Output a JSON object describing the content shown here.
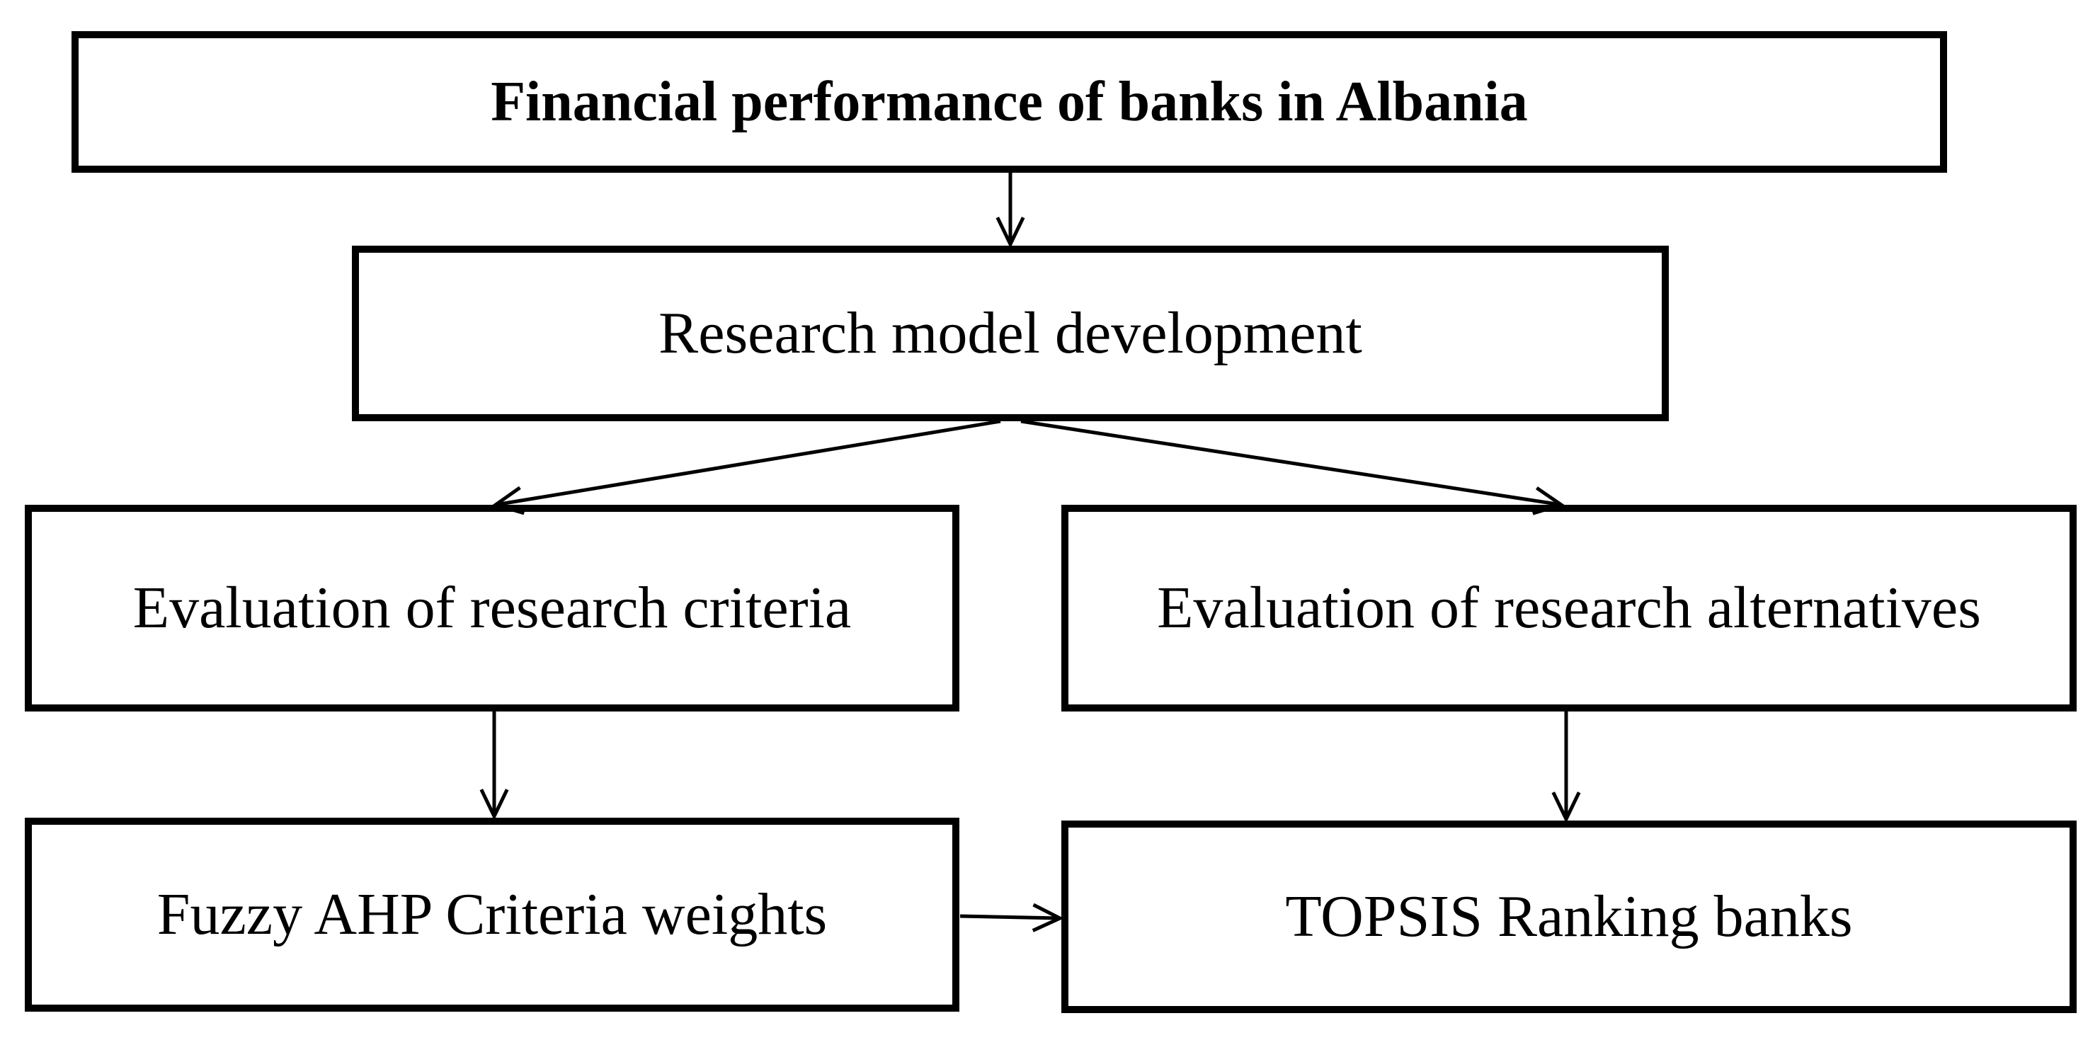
{
  "diagram": {
    "nodes": [
      {
        "id": "b1",
        "label": "Financial performance of banks in Albania",
        "bold": true
      },
      {
        "id": "b2",
        "label": "Research model development"
      },
      {
        "id": "b3",
        "label": "Evaluation of research criteria"
      },
      {
        "id": "b4",
        "label": "Evaluation of research alternatives"
      },
      {
        "id": "b5",
        "label": "Fuzzy AHP Criteria weights"
      },
      {
        "id": "b6",
        "label": "TOPSIS Ranking banks"
      }
    ],
    "edges": [
      {
        "from": "b1",
        "to": "b2"
      },
      {
        "from": "b2",
        "to": "b3"
      },
      {
        "from": "b2",
        "to": "b4"
      },
      {
        "from": "b3",
        "to": "b5"
      },
      {
        "from": "b4",
        "to": "b6"
      },
      {
        "from": "b5",
        "to": "b6"
      }
    ],
    "line_color": "#000000"
  }
}
